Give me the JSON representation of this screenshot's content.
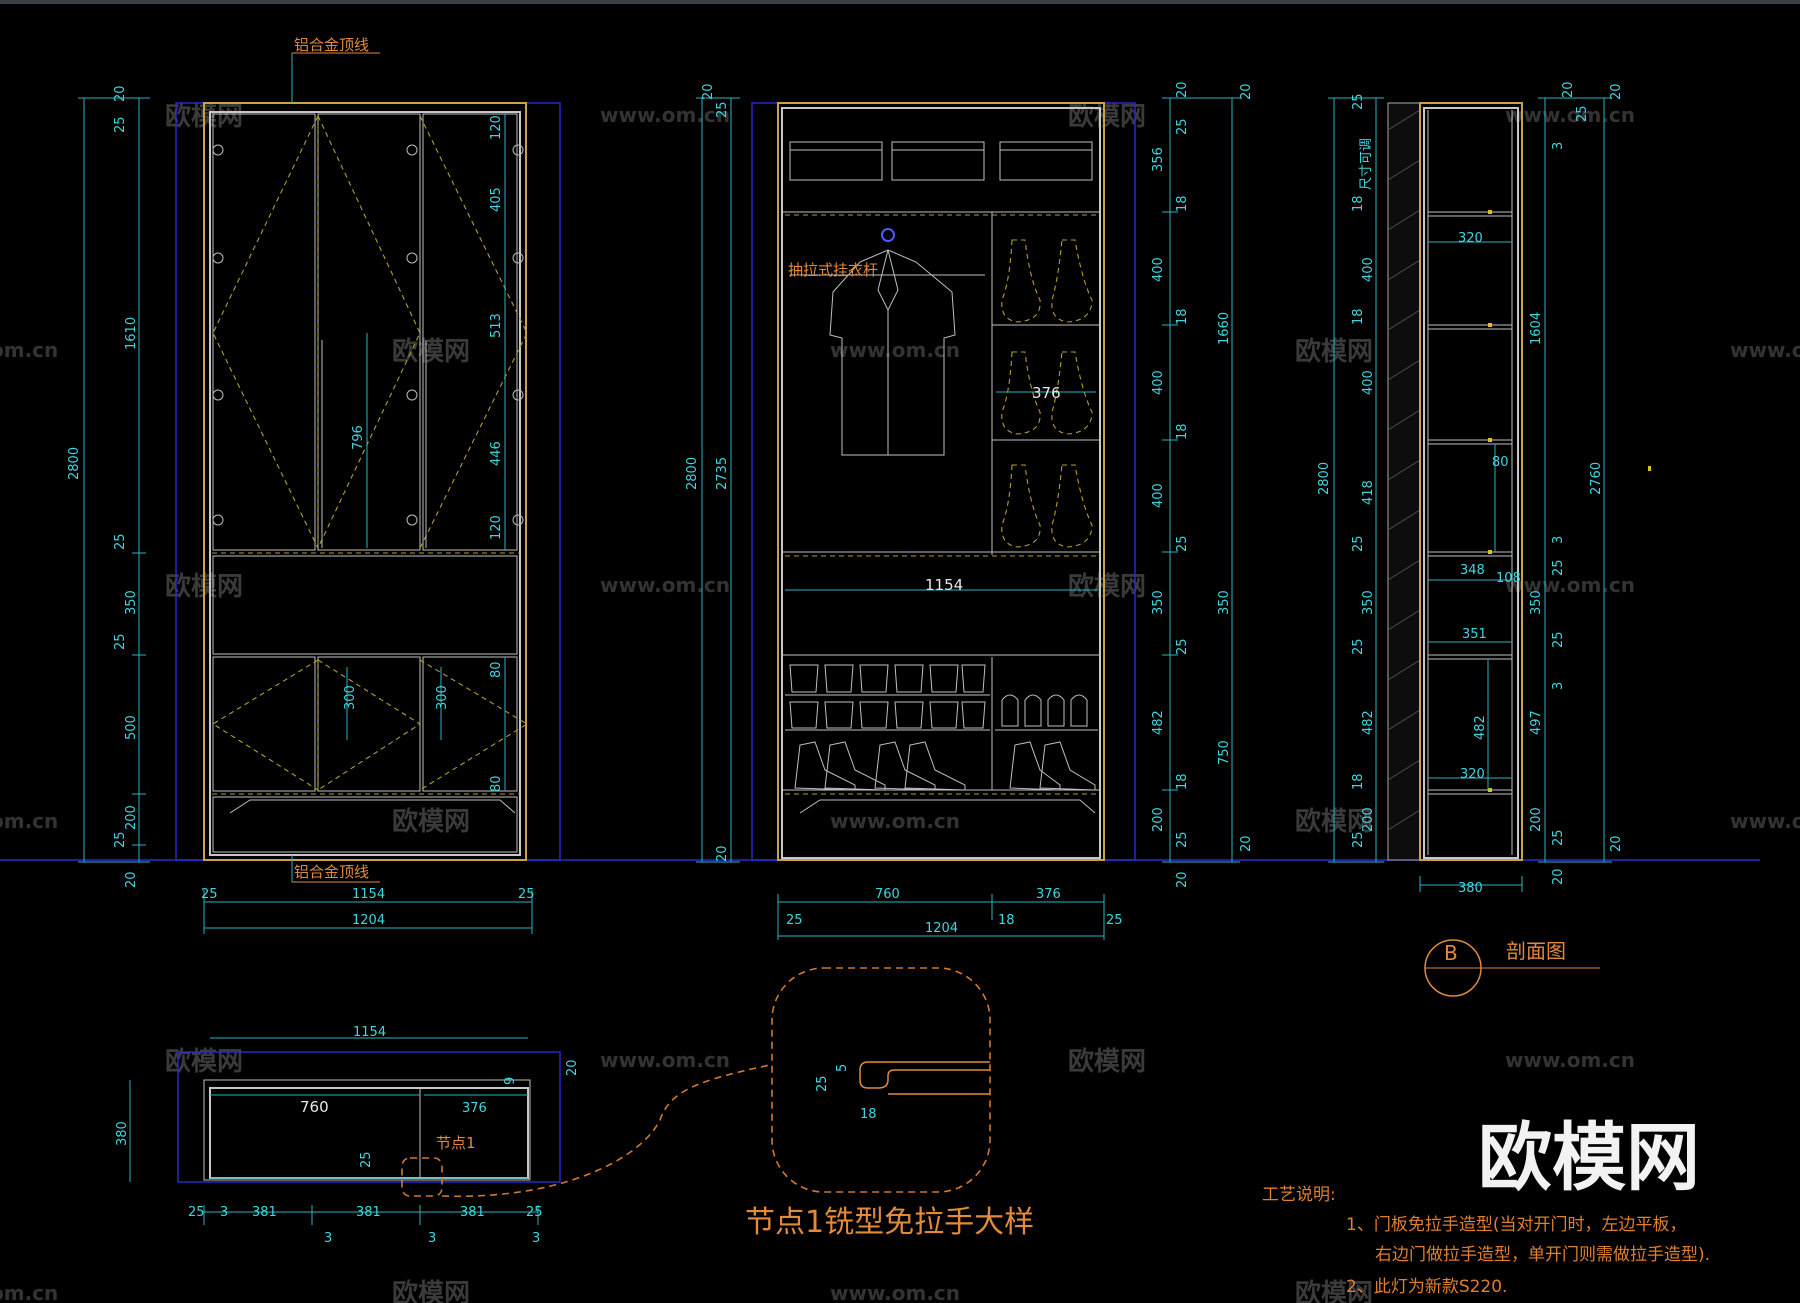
{
  "labels": {
    "top_trim": "铝合金顶线",
    "bottom_trim": "铝合金顶线",
    "hanging_rod": "抽拉式挂衣杆",
    "section_letter": "B",
    "section_title": "剖面图",
    "node_label": "节点1",
    "node_detail_title": "节点1铣型免拉手大样",
    "adjustable": "尺寸可调"
  },
  "notes": {
    "heading": "工艺说明:",
    "line1": "1、门板免拉手造型(当对开门时，左边平板，",
    "line2": "右边门做拉手造型，单开门则需做拉手造型).",
    "line3": "2、此灯为新款S220."
  },
  "watermark": {
    "logo_text": "欧模网",
    "cn": "欧模网",
    "url": "www.om.cn",
    "url_short": "om.cn"
  },
  "dims": {
    "front": {
      "overall_h": "2800",
      "top": "20",
      "gap1": "25",
      "upper": "1610",
      "gap2": "25",
      "mid": "350",
      "gap3": "25",
      "lower": "500",
      "base": "200",
      "gap4": "25",
      "bottom": "20",
      "d120a": "120",
      "d405": "405",
      "d513": "513",
      "d446": "446",
      "d120b": "120",
      "d796": "796",
      "d80a": "80",
      "d80b": "80",
      "d300a": "300",
      "d300b": "300",
      "w25a": "25",
      "w1154": "1154",
      "w25b": "25",
      "w1204": "1204"
    },
    "interior": {
      "h2800": "2800",
      "h2735": "2735",
      "h20a": "20",
      "h25a": "25",
      "h20b": "20",
      "d20": "20",
      "d25": "25",
      "d356": "356",
      "d18a": "18",
      "d400a": "400",
      "d18b": "18",
      "d400b": "400",
      "d18c": "18",
      "d400c": "400",
      "d25b": "25",
      "d350": "350",
      "d25c": "25",
      "d482": "482",
      "d18d": "18",
      "d200": "200",
      "d25d": "25",
      "d20c": "20",
      "r20": "20",
      "r1660": "1660",
      "r350": "350",
      "r750": "750",
      "r20b": "20",
      "w376": "376",
      "w1154": "1154",
      "b760": "760",
      "b376": "376",
      "b25a": "25",
      "b18": "18",
      "b25b": "25",
      "b1204": "1204"
    },
    "section": {
      "l25": "25",
      "l18a": "18",
      "l400a": "400",
      "l18b": "18",
      "l400b": "400",
      "l2800": "2800",
      "l418": "418",
      "l25b": "25",
      "l350": "350",
      "l25c": "25",
      "l482": "482",
      "l18c": "18",
      "l200": "200",
      "l25d": "25",
      "r20": "20",
      "r25": "25",
      "r3a": "3",
      "r1604": "1604",
      "r3b": "3",
      "r25b": "25",
      "r350": "350",
      "r25c": "25",
      "r3c": "3",
      "r497": "497",
      "r200": "200",
      "r25d": "25",
      "r20b": "20",
      "r2760": "2760",
      "r20c": "20",
      "r20d": "20",
      "i320a": "320",
      "i80": "80",
      "i348": "348",
      "i108": "108",
      "i351": "351",
      "i482": "482",
      "i320b": "320",
      "b380": "380"
    },
    "plan": {
      "w1154": "1154",
      "w760": "760",
      "w376": "376",
      "d380": "380",
      "d9": "9",
      "d20": "20",
      "d25": "25",
      "b25a": "25",
      "b3a": "3",
      "b381a": "381",
      "b381b": "381",
      "b381c": "381",
      "b25b": "25",
      "b3b": "3",
      "b3c": "3",
      "b3d": "3"
    },
    "node": {
      "n5": "5",
      "n25": "25",
      "n18": "18"
    }
  }
}
